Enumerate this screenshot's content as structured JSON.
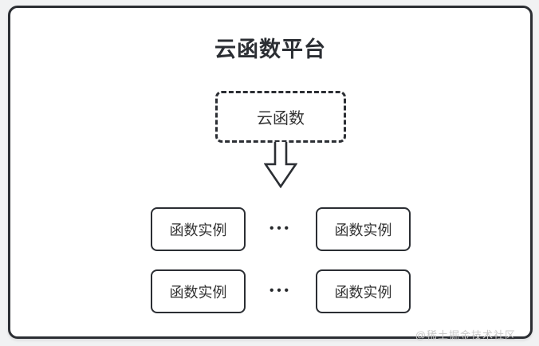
{
  "diagram": {
    "title": "云函数平台",
    "cloud_function_label": "云函数",
    "rows": [
      {
        "left": "函数实例",
        "ellipsis": "•••",
        "right": "函数实例"
      },
      {
        "left": "函数实例",
        "ellipsis": "•••",
        "right": "函数实例"
      }
    ]
  },
  "watermark": {
    "text": "@稀土掘金技术社区"
  },
  "colors": {
    "stroke": "#2b2e33",
    "text": "#333333",
    "frame_background": "#ffffff",
    "page_background": "#f1f2f3",
    "watermark": "#c9c9c9"
  }
}
